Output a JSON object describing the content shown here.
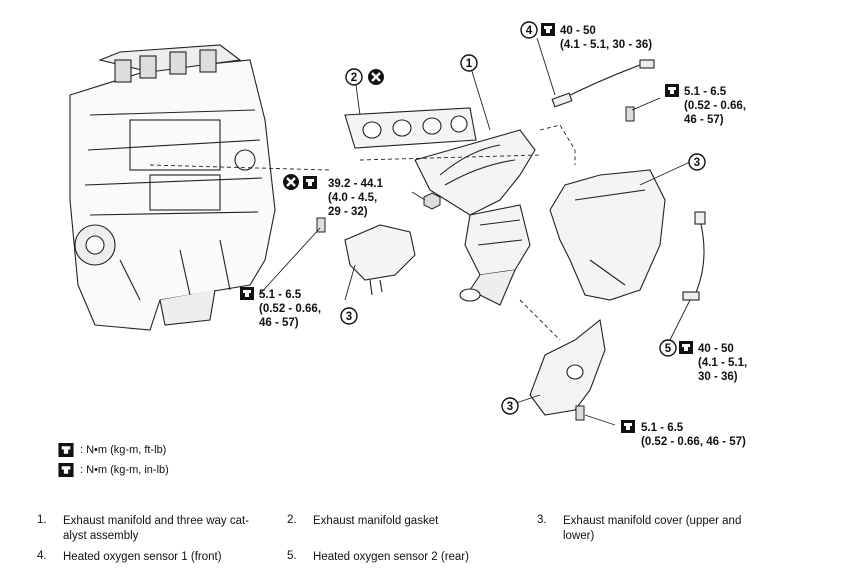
{
  "callouts": {
    "c1": {
      "num": "1"
    },
    "c2": {
      "num": "2"
    },
    "c3a": {
      "num": "3"
    },
    "c3b": {
      "num": "3"
    },
    "c3c": {
      "num": "3"
    },
    "c4": {
      "num": "4",
      "line1": "40 - 50",
      "line2": "(4.1 - 5.1, 30 - 36)"
    },
    "c5": {
      "num": "5",
      "line1": "40 - 50",
      "line2": "(4.1 - 5.1,",
      "line3": "30 - 36)"
    }
  },
  "torques": {
    "nut": {
      "line1": "39.2 - 44.1",
      "line2": "(4.0 - 4.5,",
      "line3": "29 - 32)"
    },
    "upper_right": {
      "line1": "5.1 - 6.5",
      "line2": "(0.52 - 0.66,",
      "line3": "46 - 57)"
    },
    "left": {
      "line1": "5.1 - 6.5",
      "line2": "(0.52 - 0.66,",
      "line3": "46 - 57)"
    },
    "lower_right": {
      "line1": "5.1 - 6.5",
      "line2": "(0.52 - 0.66, 46 - 57)"
    }
  },
  "legend": [
    {
      "icon": "torque-wrench-icon",
      "text": ": N•m  (kg-m,  ft-lb)"
    },
    {
      "icon": "torque-wrench-icon",
      "text": ": N•m  (kg-m,  in-lb)"
    }
  ],
  "parts": [
    {
      "num": "1.",
      "label": "Exhaust manifold and three way cat-\nalyst assembly"
    },
    {
      "num": "2.",
      "label": "Exhaust manifold gasket"
    },
    {
      "num": "3.",
      "label": "Exhaust manifold cover (upper and\nlower)"
    },
    {
      "num": "4.",
      "label": "Heated oxygen sensor 1 (front)"
    },
    {
      "num": "5.",
      "label": "Heated oxygen sensor 2 (rear)"
    }
  ]
}
